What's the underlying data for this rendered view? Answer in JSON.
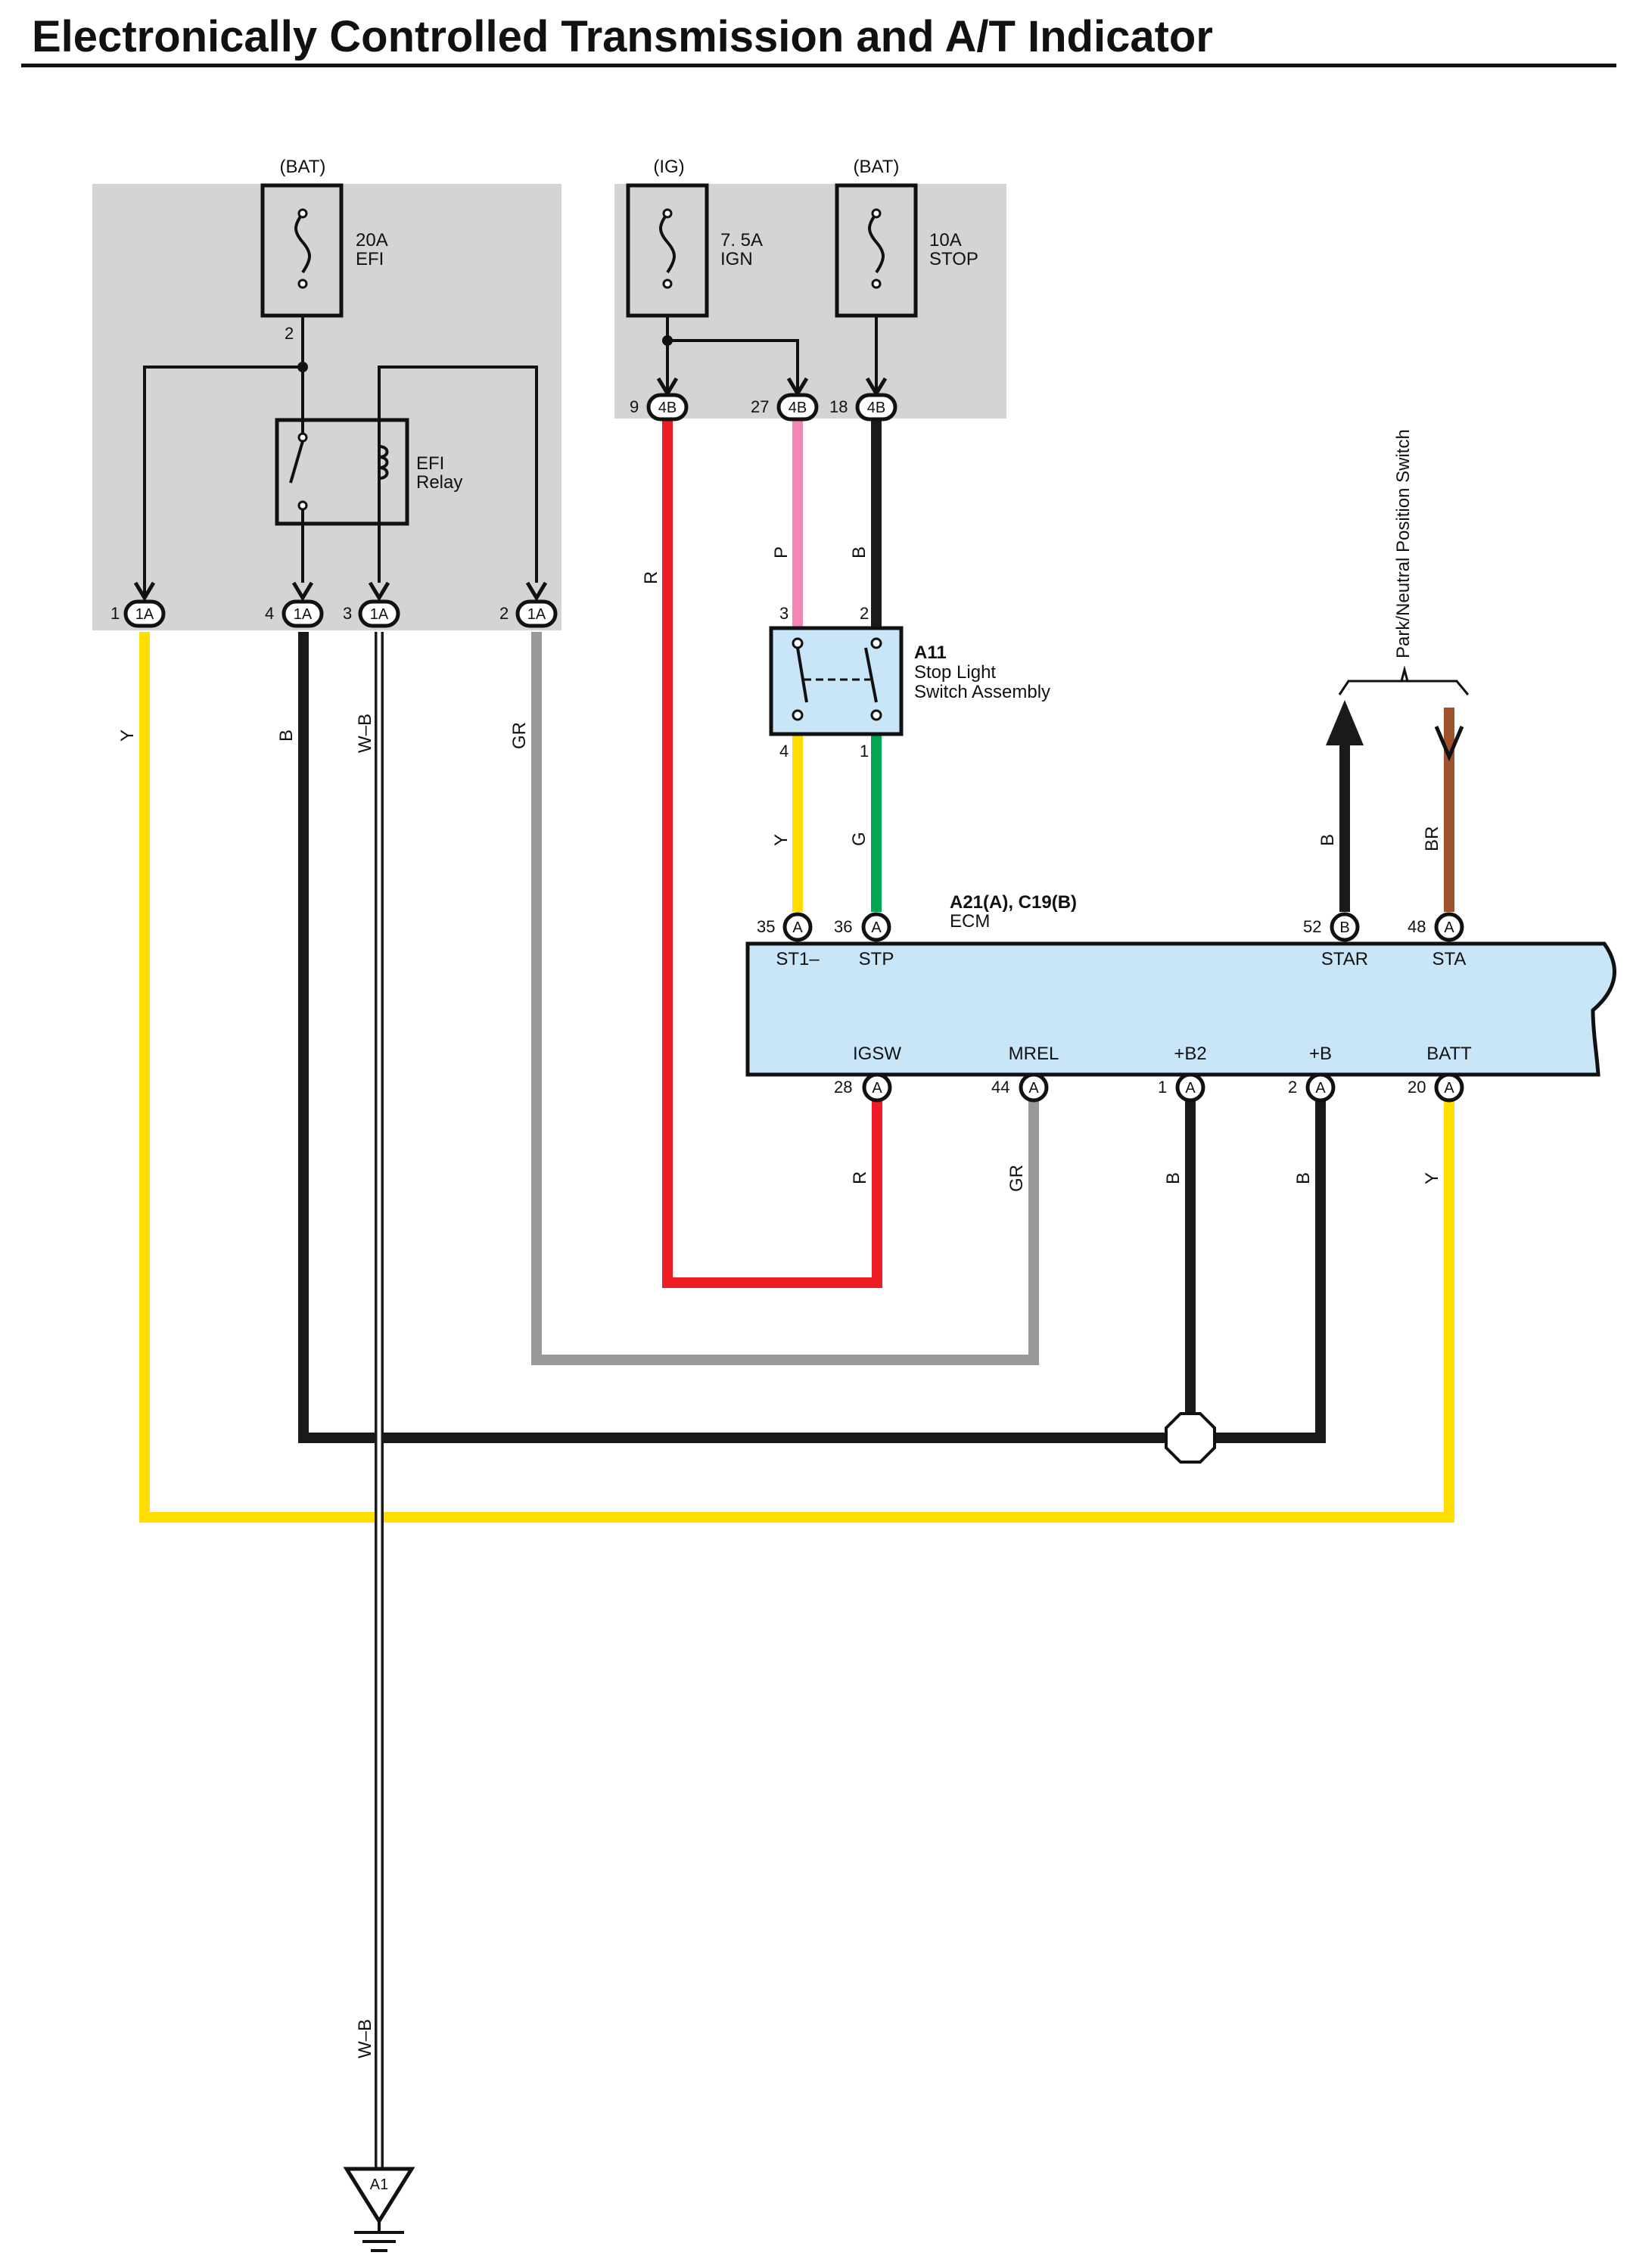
{
  "title": "Electronically Controlled Transmission and A/T Indicator",
  "power_sources": {
    "efi_bat": "(BAT)",
    "ign_ig": "(IG)",
    "stop_bat": "(BAT)"
  },
  "fuses": {
    "efi": {
      "rating": "20A",
      "name": "EFI"
    },
    "ign": {
      "rating": "7. 5A",
      "name": "IGN"
    },
    "stop": {
      "rating": "10A",
      "name": "STOP"
    }
  },
  "relay": {
    "line1": "EFI",
    "line2": "Relay"
  },
  "efi_fuse_pin": "2",
  "connectors": {
    "c1A": "1A",
    "c4B": "4B",
    "cA": "A",
    "cB": "B",
    "ground": "A1"
  },
  "pins_1A": [
    "1",
    "4",
    "3",
    "2"
  ],
  "pins_4B": [
    "9",
    "27",
    "18"
  ],
  "stop_switch": {
    "id": "A11",
    "line1": "Stop Light",
    "line2": "Switch Assembly",
    "pins": {
      "p3": "3",
      "p2": "2",
      "p4": "4",
      "p1": "1"
    }
  },
  "ecm": {
    "connectors": "A21(A), C19(B)",
    "name": "ECM",
    "top_pins": [
      {
        "num": "35",
        "terminal": "ST1–"
      },
      {
        "num": "36",
        "terminal": "STP"
      },
      {
        "num": "52",
        "terminal": "STAR"
      },
      {
        "num": "48",
        "terminal": "STA"
      }
    ],
    "bottom_pins": [
      {
        "num": "28",
        "terminal": "IGSW"
      },
      {
        "num": "44",
        "terminal": "MREL"
      },
      {
        "num": "1",
        "terminal": "+B2"
      },
      {
        "num": "2",
        "terminal": "+B"
      },
      {
        "num": "20",
        "terminal": "BATT"
      }
    ]
  },
  "park_neutral_switch": "Park/Neutral Position Switch",
  "wire_colors": {
    "Y": "Y",
    "B": "B",
    "W_B": "W–B",
    "GR": "GR",
    "R": "R",
    "P": "P",
    "G": "G",
    "BR": "BR"
  },
  "colors": {
    "yellow": "#ffdd00",
    "black": "#1a1a1a",
    "gray": "#999999",
    "red": "#ee1c25",
    "pink": "#f287b7",
    "green": "#00a651",
    "brown": "#a0522d",
    "ecm_fill": "#c8e6f8",
    "junction_fill": "#d3d4d6"
  }
}
